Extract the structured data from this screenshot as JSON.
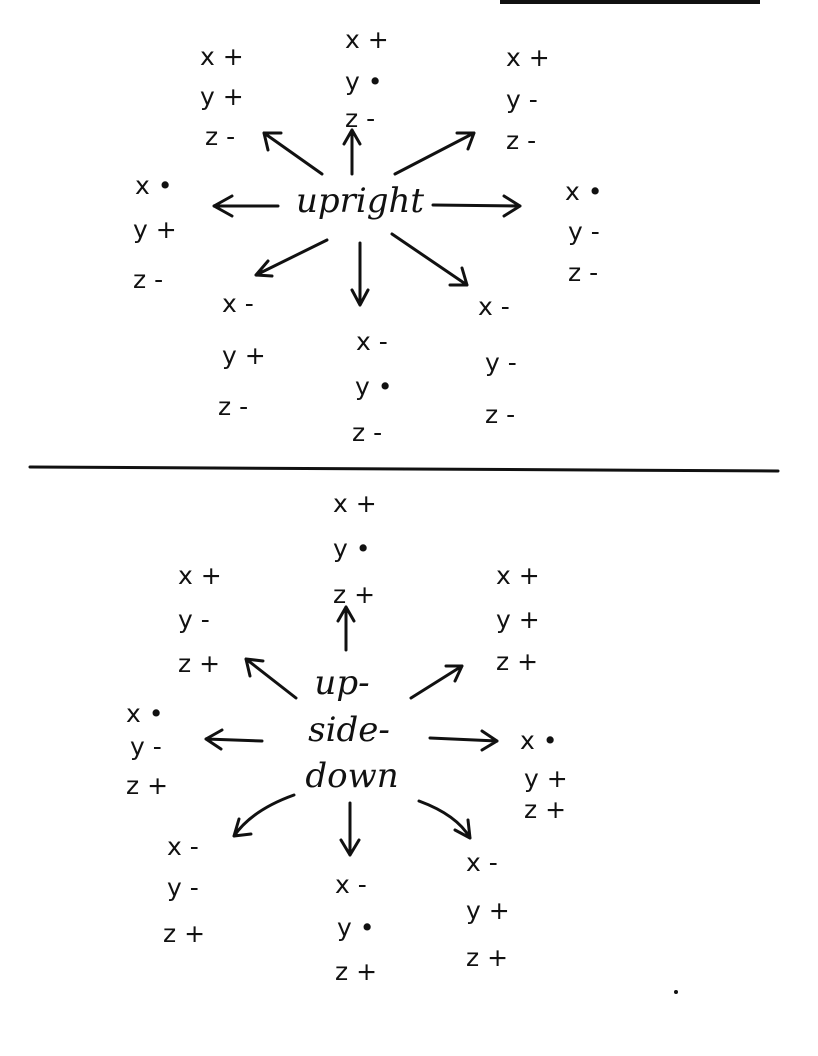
{
  "diagrams": [
    {
      "id": "upright",
      "center_lines": [
        "upright"
      ],
      "labels": [
        [
          "x +",
          "y +",
          "z -"
        ],
        [
          "x +",
          "y •",
          "z -"
        ],
        [
          "x +",
          "y -",
          "z -"
        ],
        [
          "x •",
          "y +",
          "z -"
        ],
        [
          "x •",
          "y -",
          "z -"
        ],
        [
          "x -",
          "y +",
          "z -"
        ],
        [
          "x -",
          "y •",
          "z -"
        ],
        [
          "x -",
          "y -",
          "z -"
        ]
      ]
    },
    {
      "id": "upside-down",
      "center_lines": [
        "up-",
        "side-",
        "down"
      ],
      "labels": [
        [
          "x +",
          "y -",
          "z +"
        ],
        [
          "x +",
          "y •",
          "z +"
        ],
        [
          "x +",
          "y +",
          "z +"
        ],
        [
          "x •",
          "y -",
          "z +"
        ],
        [
          "x •",
          "y +",
          "z +"
        ],
        [
          "x -",
          "y -",
          "z +"
        ],
        [
          "x -",
          "y •",
          "z +"
        ],
        [
          "x -",
          "y +",
          "z +"
        ]
      ]
    }
  ],
  "colors": {
    "ink": "#111111",
    "paper": "#ffffff"
  }
}
